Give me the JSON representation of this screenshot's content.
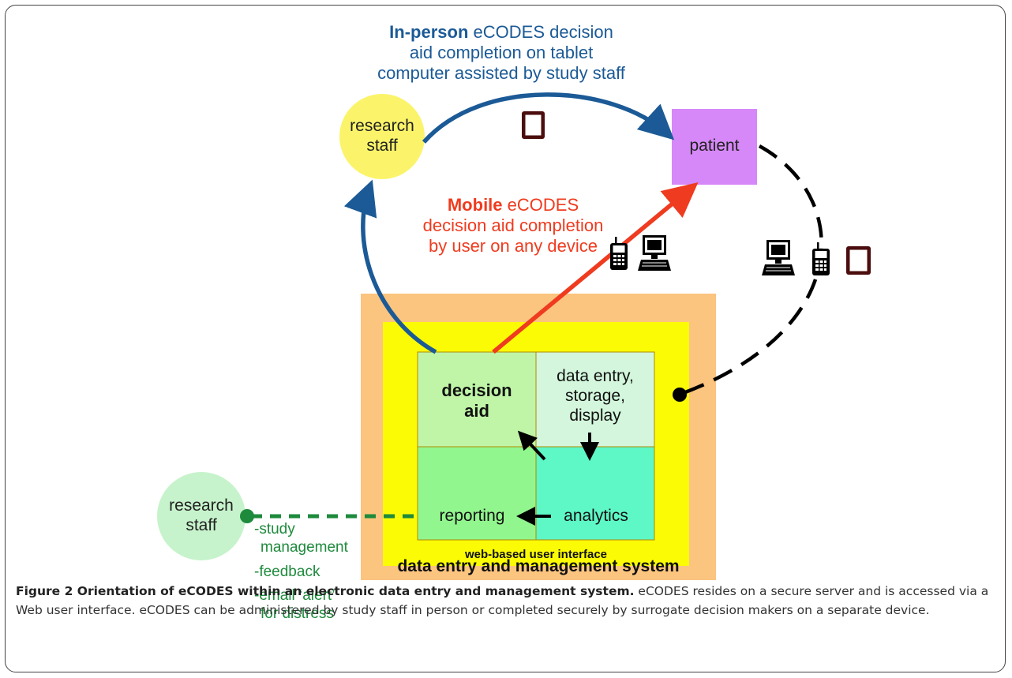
{
  "top_label": {
    "bold": "In-person",
    "line1_rest": " eCODES decision",
    "line2": "aid completion on tablet",
    "line3": "computer assisted by study staff"
  },
  "nodes": {
    "research_staff_top": {
      "line1": "research",
      "line2": "staff"
    },
    "patient": "patient",
    "research_staff_bottom": {
      "line1": "research",
      "line2": "staff"
    }
  },
  "mobile_label": {
    "bold": "Mobile",
    "line1_rest": " eCODES",
    "line2": "decision aid completion",
    "line3": "by user on any device"
  },
  "system": {
    "outer_label": "data entry and management system",
    "inner_label": "web-based user interface",
    "cells": {
      "decision_aid": {
        "line1": "decision",
        "line2": "aid"
      },
      "data_entry": {
        "line1": "data entry,",
        "line2": "storage,",
        "line3": "display"
      },
      "reporting": "reporting",
      "analytics": "analytics"
    }
  },
  "staff_tasks": {
    "task1_line1": "-study",
    "task1_line2": "management",
    "task2": "-feedback",
    "task3_line1": "-email ‘alert’",
    "task3_line2": "for distress"
  },
  "icons": [
    "tablet-icon",
    "mobile-phone-icon",
    "desktop-computer-icon"
  ],
  "colors": {
    "in_person_arrow": "#1b5a96",
    "mobile_arrow": "#ef3b1f",
    "staff_link": "#1e8a3c",
    "outer_box": "#fbc47f",
    "inner_box": "#fbfb05",
    "research_staff_top": "#fbf46a",
    "research_staff_bottom": "#c6f3cb",
    "patient": "#d688f8"
  },
  "caption": {
    "label": "Figure 2",
    "title": " Orientation of eCODES within an electronic data entry and management system.",
    "text": " eCODES resides on a secure server and is accessed via a Web user interface. eCODES can be administered by study staff in person or completed securely by surrogate decision makers on a separate device."
  }
}
